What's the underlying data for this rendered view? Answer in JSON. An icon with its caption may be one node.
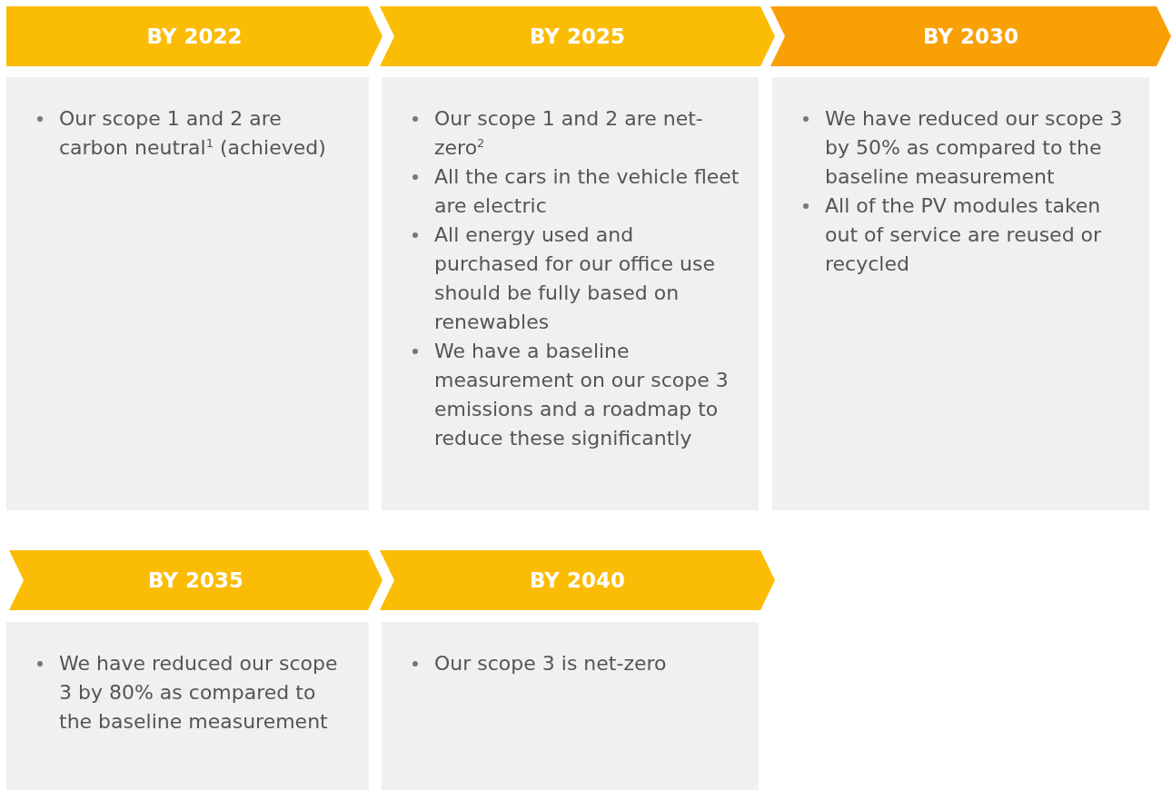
{
  "diagram": {
    "nodes": [
      {
        "text": [
          "BY 2022"
        ]
      },
      {
        "text": [
          "BY 2025"
        ]
      },
      {
        "text": [
          "BY 2030"
        ]
      },
      {
        "text": [
          "Our scope 1 and 2 are carbon neutral$^{1}$ (achieved)"
        ]
      },
      {
        "text": [
          "Our scope 1 and 2 are net-zero$^{2}$",
          "All the cars in the vehicle fleet are electric",
          "All energy used and purchased for our office use should be fully based on renewables",
          "We have a baseline measurement on our scope 3 emissions and a roadmap to reduce these significantly"
        ]
      },
      {
        "text": [
          "We have reduced our scope 3 by 50% as compared to the baseline measurement",
          "All of the PV modules taken out of service are reused or recycled"
        ]
      },
      {
        "text": [
          "BY 2035"
        ]
      },
      {
        "text": [
          "BY 2040"
        ]
      },
      {
        "text": [
          "We have reduced our scope 3 by 80% as compared to the baseline measurement"
        ]
      },
      {
        "text": [
          "Our scope 3 is net-zero"
        ]
      }
    ],
    "edges": []
  }
}
